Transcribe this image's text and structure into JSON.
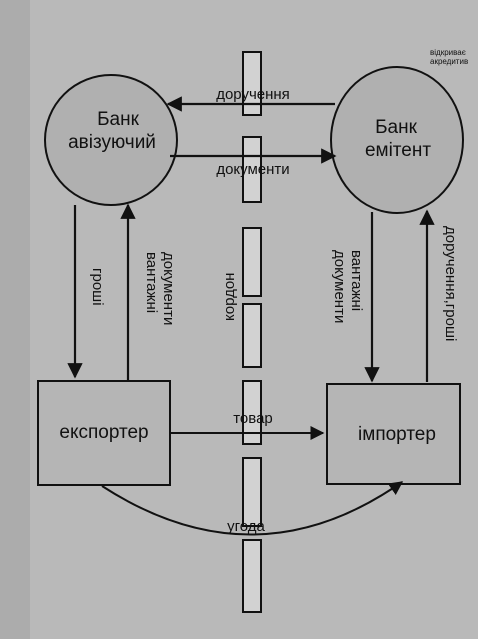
{
  "nodes": {
    "advising_bank": {
      "line1": "Банк",
      "line2": "авізуючий"
    },
    "issuing_bank": {
      "line1": "Банк",
      "line2": "емітент"
    },
    "exporter": "експортер",
    "importer": "імпортер"
  },
  "flows": {
    "instruction": "доручення",
    "documents_top": "документи",
    "money": "гроші",
    "shipping_docs_left": {
      "line1": "вантажні",
      "line2": "документи"
    },
    "shipping_docs_right": {
      "line1": "вантажні",
      "line2": "документи"
    },
    "instruction_money": "доручення,гроші",
    "goods": "товар",
    "agreement": "угода"
  },
  "border_label": "кордон",
  "note": {
    "line1": "відкриває",
    "line2": "акредитив"
  }
}
